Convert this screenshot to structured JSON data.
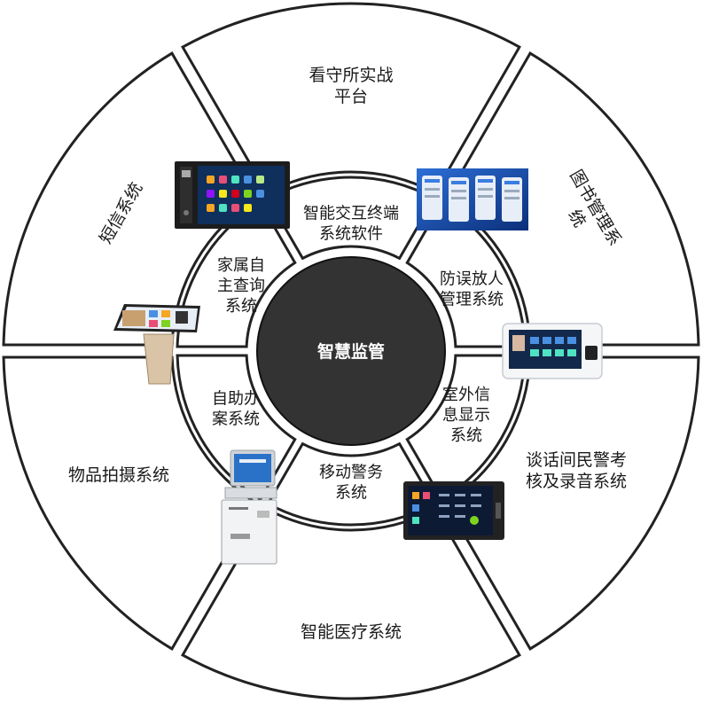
{
  "center": {
    "label": "智慧监管"
  },
  "outer_segments": [
    {
      "key": "platform",
      "lines": [
        "看守所实战",
        "平台"
      ]
    },
    {
      "key": "library",
      "lines": [
        "图书管理系",
        "统"
      ]
    },
    {
      "key": "interview",
      "lines": [
        "谈话间民警考",
        "核及录音系统"
      ]
    },
    {
      "key": "medical",
      "lines": [
        "智能医疗系统"
      ]
    },
    {
      "key": "photo",
      "lines": [
        "物品拍摄系统"
      ]
    },
    {
      "key": "sms",
      "lines": [
        "短信系统"
      ]
    }
  ],
  "inner_segments": [
    {
      "key": "interactive",
      "lines": [
        "智能交互终端",
        "系统软件"
      ]
    },
    {
      "key": "anti-release",
      "lines": [
        "防误放人",
        "管理系统"
      ]
    },
    {
      "key": "outdoor",
      "lines": [
        "室外信",
        "息显示",
        "系统"
      ]
    },
    {
      "key": "mobile",
      "lines": [
        "移动警务",
        "系统"
      ]
    },
    {
      "key": "selfservice",
      "lines": [
        "自助办",
        "案系统"
      ]
    },
    {
      "key": "family",
      "lines": [
        "家属自",
        "主查询",
        "系统"
      ]
    }
  ],
  "devices": [
    {
      "name": "wall-terminal-image"
    },
    {
      "name": "mobile-app-screens-image"
    },
    {
      "name": "tablet-terminal-image"
    },
    {
      "name": "control-panel-image"
    },
    {
      "name": "self-service-kiosk-image"
    },
    {
      "name": "query-kiosk-image"
    }
  ],
  "colors": {
    "ring_fill": "#ffffff",
    "ring_stroke": "#222222",
    "center_fill": "#333333"
  }
}
